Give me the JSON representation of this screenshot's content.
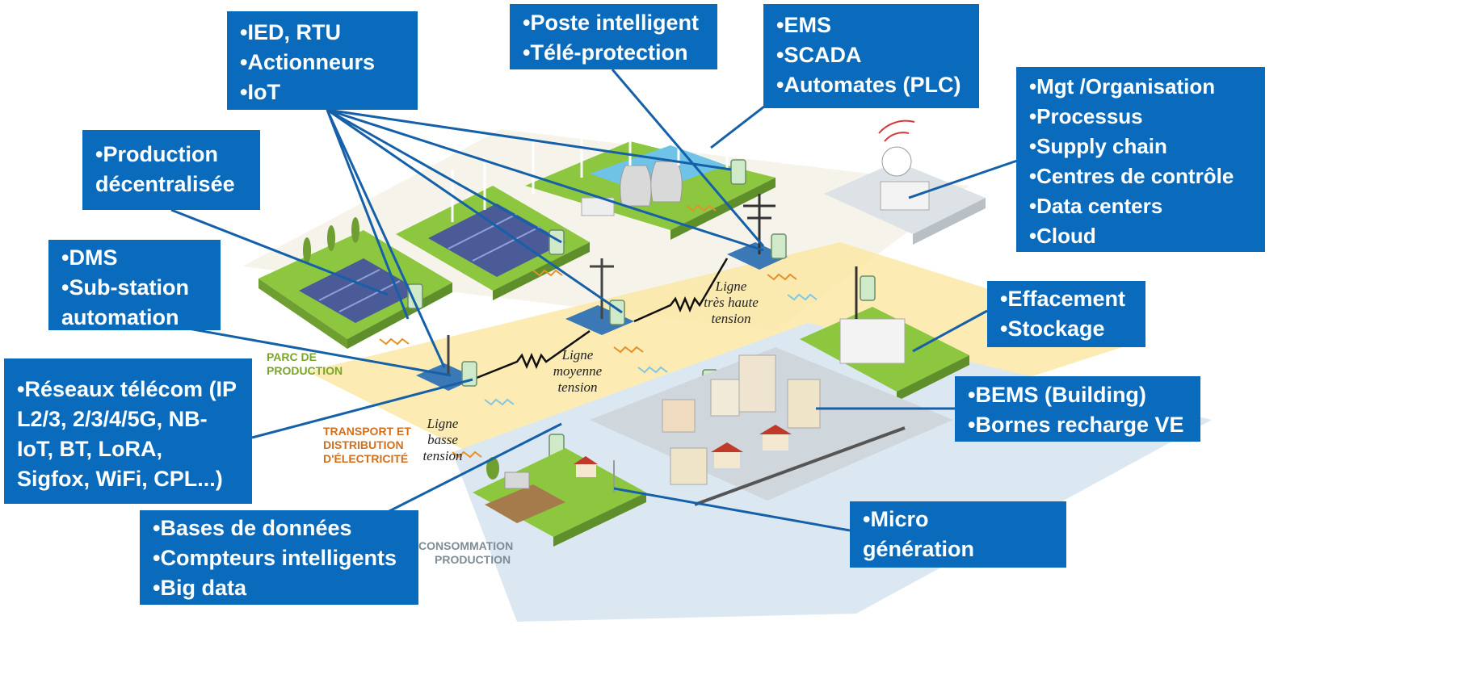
{
  "callouts": {
    "ied": [
      "IED, RTU",
      "Actionneurs",
      "IoT"
    ],
    "poste": [
      "Poste intelligent",
      "Télé-protection"
    ],
    "ems": [
      "EMS",
      "SCADA",
      "Automates (PLC)"
    ],
    "mgt": [
      "Mgt /Organisation",
      "Processus",
      "Supply chain",
      "Centres de contrôle",
      "Data centers",
      "Cloud"
    ],
    "production": [
      "Production",
      "décentralisée"
    ],
    "dms": [
      "DMS",
      "Sub-station",
      "automation"
    ],
    "effacement": [
      "Effacement",
      "Stockage"
    ],
    "reseaux": [
      "Réseaux télécom (IP L2/3, 2/3/4/5G, NB-IoT, BT, LoRA, Sigfox, WiFi, CPL...)"
    ],
    "bems": [
      "BEMS (Building)",
      "Bornes recharge VE"
    ],
    "bases": [
      "Bases de données",
      "Compteurs intelligents",
      "Big data"
    ],
    "micro": [
      "Micro",
      "génération"
    ]
  },
  "zones": {
    "parc": [
      "PARC DE",
      "PRODUCTION"
    ],
    "transport": [
      "TRANSPORT ET",
      "DISTRIBUTION",
      "D'ÉLECTRICITÉ"
    ],
    "consommation": [
      "CONSOMMATION",
      "PRODUCTION"
    ]
  },
  "lines": {
    "tres_haute": [
      "Ligne",
      "très haute",
      "tension"
    ],
    "moyenne": [
      "Ligne",
      "moyenne",
      "tension"
    ],
    "basse": [
      "Ligne",
      "basse",
      "tension"
    ]
  },
  "colors": {
    "callout_bg": "#0a6bbd",
    "grass": "#8dc63f",
    "band_yellow": "#fbe8a6",
    "band_blue": "#dbe8f2",
    "zone_green": "#7aa52a",
    "zone_orange": "#d0701f",
    "leader": "#1560a8"
  }
}
